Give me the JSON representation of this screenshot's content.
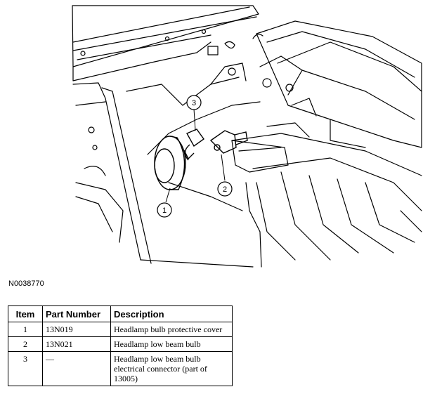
{
  "figure": {
    "id": "N0038770",
    "callouts": [
      "1",
      "2",
      "3"
    ]
  },
  "table": {
    "headers": [
      "Item",
      "Part Number",
      "Description"
    ],
    "rows": [
      {
        "item": "1",
        "part_number": "13N019",
        "description": "Headlamp bulb protective cover"
      },
      {
        "item": "2",
        "part_number": "13N021",
        "description": "Headlamp low beam bulb"
      },
      {
        "item": "3",
        "part_number": "—",
        "description": "Headlamp low beam bulb electrical connector (part of 13005)"
      }
    ]
  }
}
